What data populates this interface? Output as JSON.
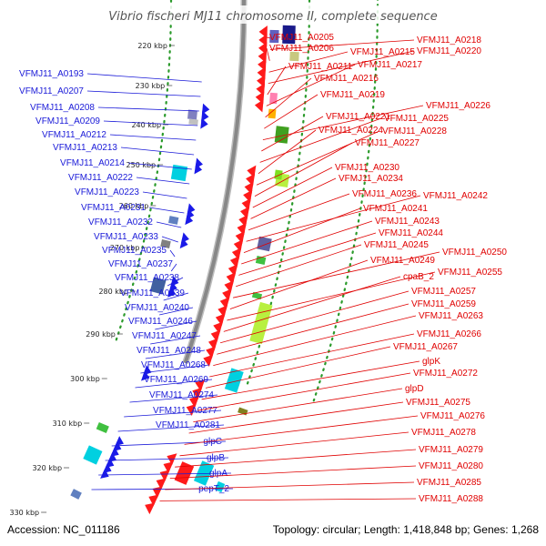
{
  "title": "Vibrio fischeri MJ11 chromosome II, complete sequence",
  "footer": {
    "accession": "Accession: NC_011186",
    "summary": "Topology: circular; Length: 1,418,848 bp; Genes: 1,268"
  },
  "colors": {
    "forward_label": "#e00000",
    "reverse_label": "#1a1ad8",
    "backbone": "#888888",
    "tick_dots": "#2a9a2a"
  },
  "ticks": [
    "220 kbp",
    "230 kbp",
    "240 kbp",
    "250 kbp",
    "260 kbp",
    "270 kbp",
    "280 kbp",
    "290 kbp",
    "300 kbp",
    "310 kbp",
    "320 kbp",
    "330 kbp"
  ],
  "left_labels": [
    "VFMJ11_A0193",
    "VFMJ11_A0207",
    "VFMJ11_A0208",
    "VFMJ11_A0209",
    "VFMJ11_A0212",
    "VFMJ11_A0213",
    "VFMJ11_A0214",
    "VFMJ11_A0222",
    "VFMJ11_A0223",
    "VFMJ11_A0231",
    "VFMJ11_A0232",
    "VFMJ11_A0233",
    "VFMJ11_A0235",
    "VFMJ11_A0237",
    "VFMJ11_A0238",
    "VFMJ11_A0239",
    "VFMJ11_A0240",
    "VFMJ11_A0246",
    "VFMJ11_A0247",
    "VFMJ11_A0248",
    "VFMJ11_A0268",
    "VFMJ11_A0269",
    "VFMJ11_A0274",
    "VFMJ11_A0277",
    "VFMJ11_A0281",
    "glpC",
    "glpB",
    "glpA",
    "pepT_2"
  ],
  "right_labels": [
    "VFMJ11_A0205",
    "VFMJ11_A0218",
    "VFMJ11_A0206",
    "VFMJ11_A0215",
    "VFMJ11_A0220",
    "VFMJ11_A0211",
    "VFMJ11_A0217",
    "VFMJ11_A0216",
    "VFMJ11_A0219",
    "VFMJ11_A0226",
    "VFMJ11_A0221",
    "VFMJ11_A0225",
    "VFMJ11_A0224",
    "VFMJ11_A0228",
    "VFMJ11_A0227",
    "VFMJ11_A0230",
    "VFMJ11_A0234",
    "VFMJ11_A0236",
    "VFMJ11_A0242",
    "VFMJ11_A0241",
    "VFMJ11_A0243",
    "VFMJ11_A0244",
    "VFMJ11_A0245",
    "VFMJ11_A0250",
    "VFMJ11_A0249",
    "VFMJ11_A0255",
    "cpaB_2",
    "VFMJ11_A0257",
    "VFMJ11_A0259",
    "VFMJ11_A0263",
    "VFMJ11_A0266",
    "VFMJ11_A0267",
    "glpK",
    "VFMJ11_A0272",
    "glpD",
    "VFMJ11_A0275",
    "VFMJ11_A0276",
    "VFMJ11_A0278",
    "VFMJ11_A0279",
    "VFMJ11_A0280",
    "VFMJ11_A0285",
    "VFMJ11_A0288"
  ]
}
